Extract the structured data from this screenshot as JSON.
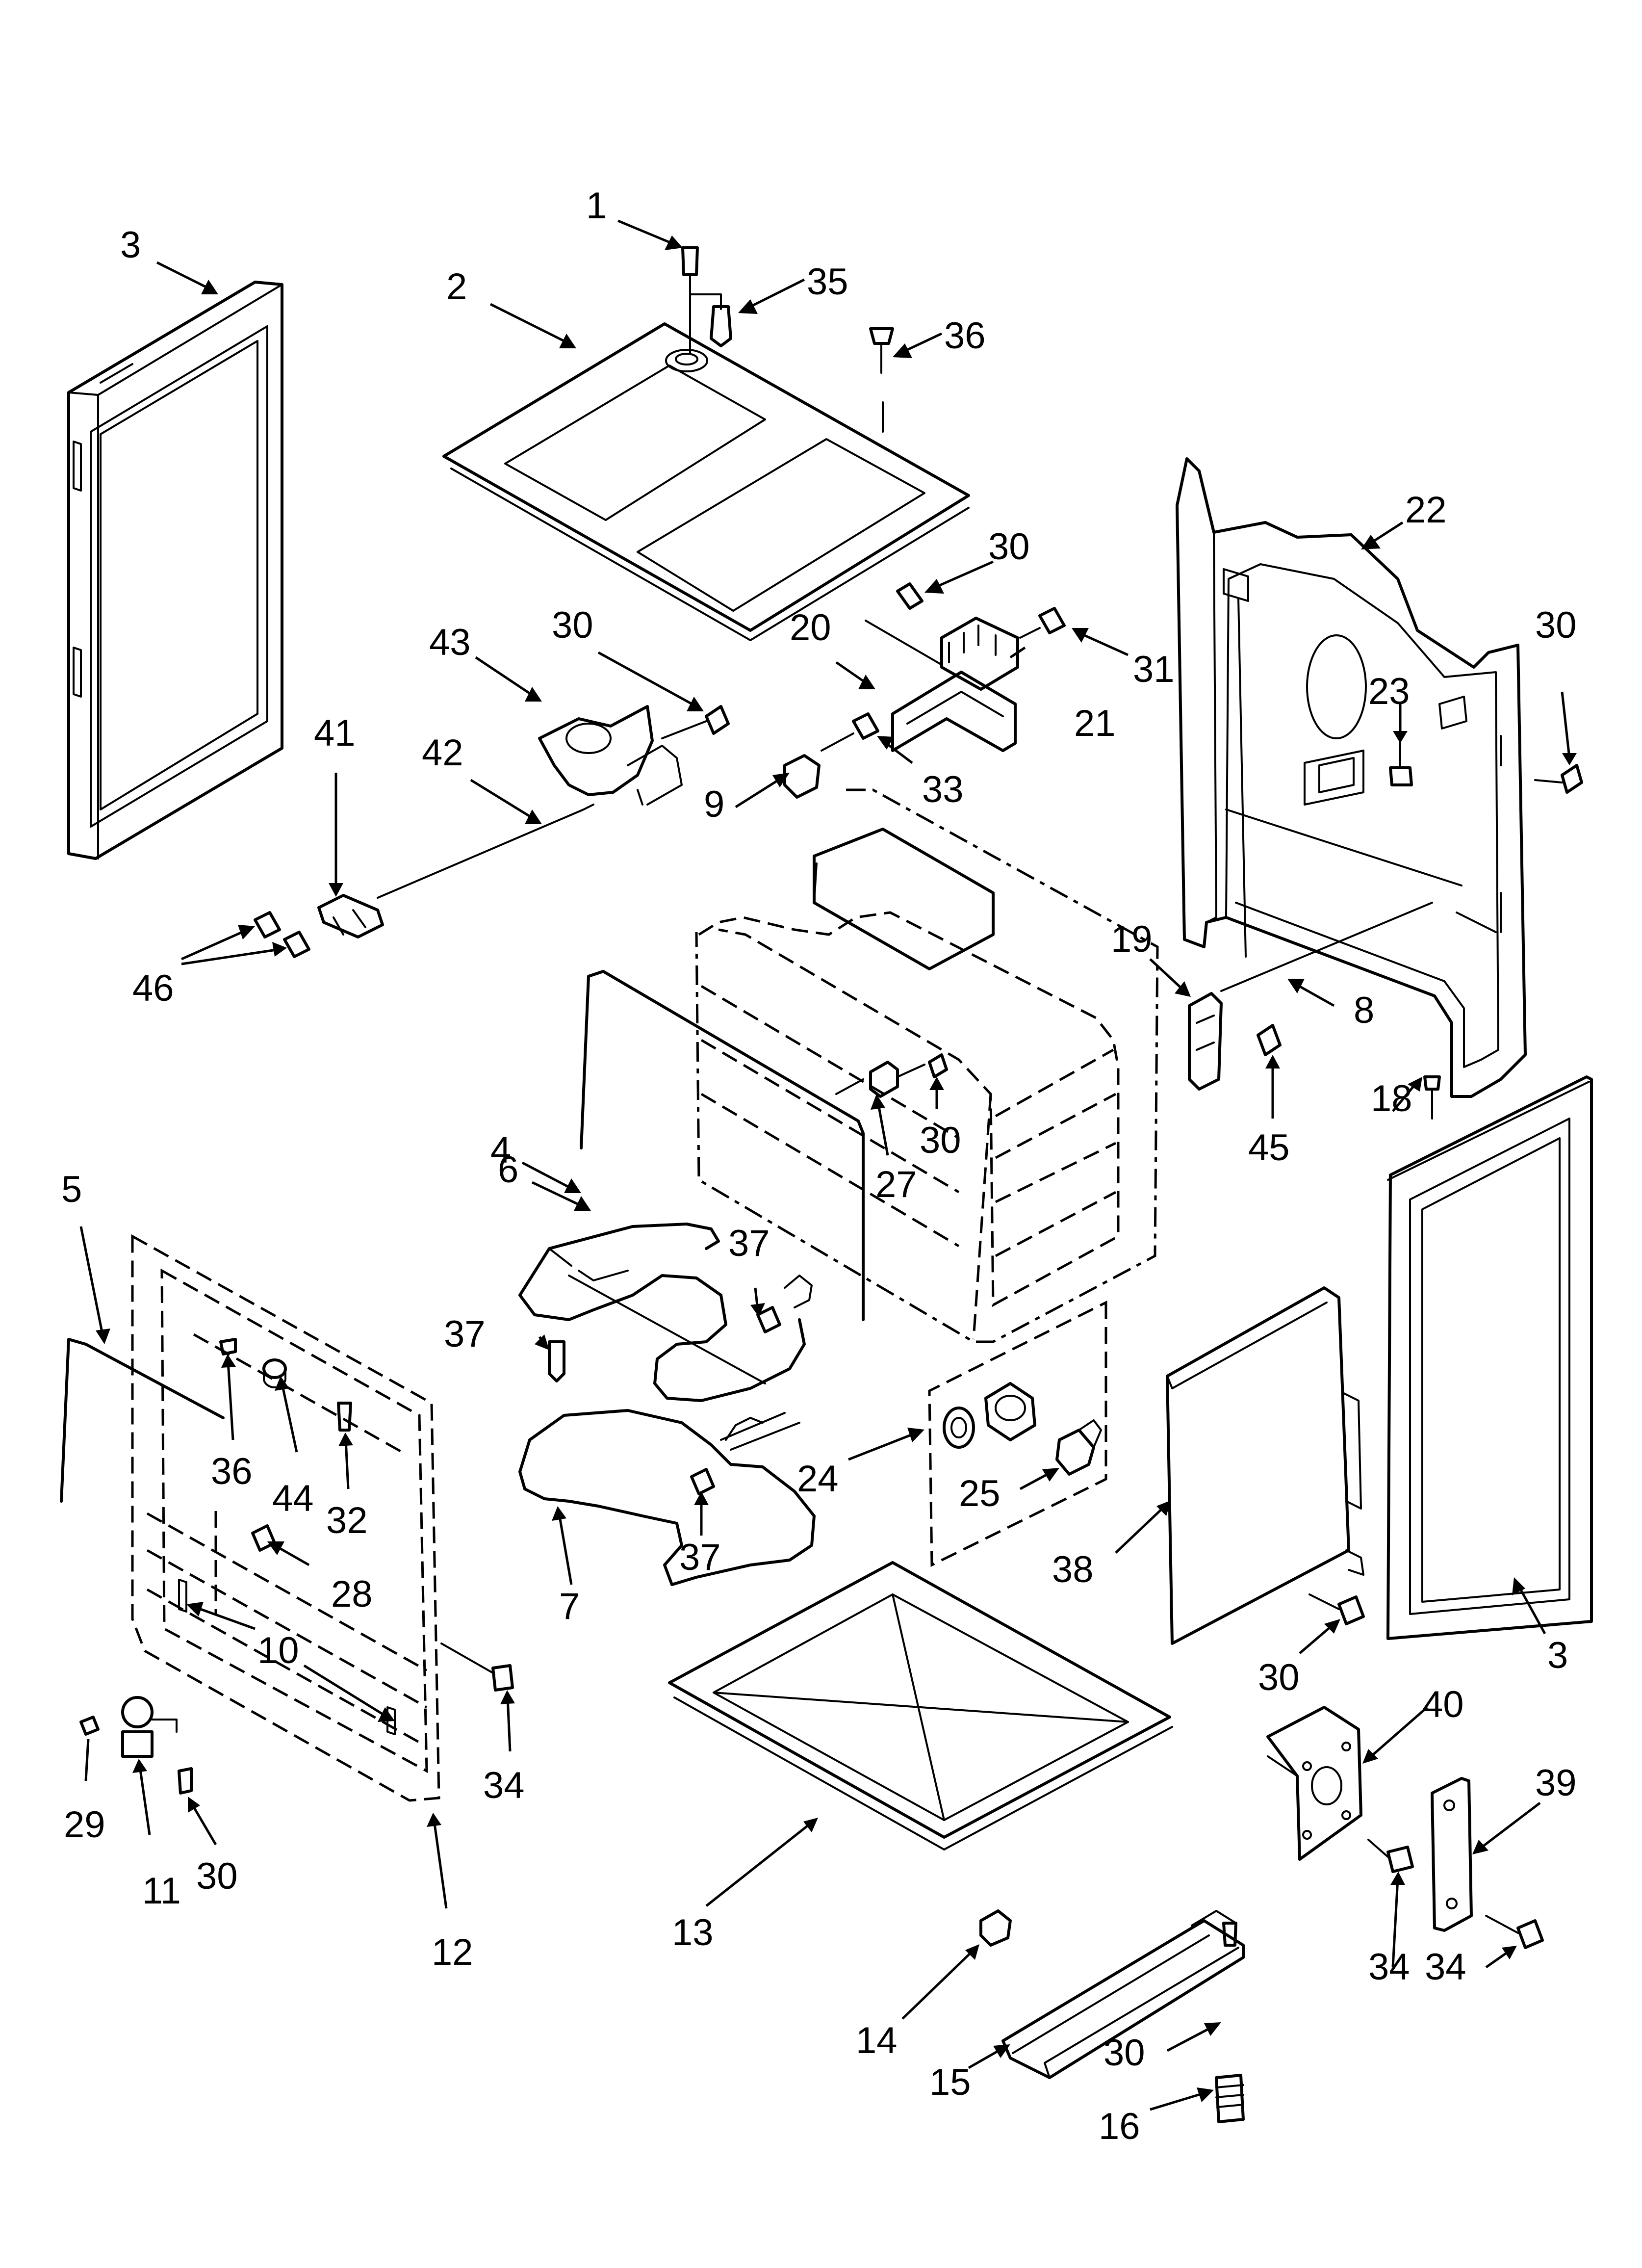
{
  "callouts": [
    {
      "id": "c1",
      "text": "1"
    },
    {
      "id": "c2",
      "text": "2"
    },
    {
      "id": "c3a",
      "text": "3"
    },
    {
      "id": "c35",
      "text": "35"
    },
    {
      "id": "c36a",
      "text": "36"
    },
    {
      "id": "c22",
      "text": "22"
    },
    {
      "id": "c30a",
      "text": "30"
    },
    {
      "id": "c30b",
      "text": "30"
    },
    {
      "id": "c30c",
      "text": "30"
    },
    {
      "id": "c43",
      "text": "43"
    },
    {
      "id": "c20",
      "text": "20"
    },
    {
      "id": "c31",
      "text": "31"
    },
    {
      "id": "c21",
      "text": "21"
    },
    {
      "id": "c23",
      "text": "23"
    },
    {
      "id": "c41",
      "text": "41"
    },
    {
      "id": "c42",
      "text": "42"
    },
    {
      "id": "c33",
      "text": "33"
    },
    {
      "id": "c9",
      "text": "9"
    },
    {
      "id": "c46",
      "text": "46"
    },
    {
      "id": "c19",
      "text": "19"
    },
    {
      "id": "c8",
      "text": "8"
    },
    {
      "id": "c45",
      "text": "45"
    },
    {
      "id": "c18",
      "text": "18"
    },
    {
      "id": "c4",
      "text": "4"
    },
    {
      "id": "c30d",
      "text": "30"
    },
    {
      "id": "c27",
      "text": "27"
    },
    {
      "id": "c5",
      "text": "5"
    },
    {
      "id": "c6",
      "text": "6"
    },
    {
      "id": "c37a",
      "text": "37"
    },
    {
      "id": "c37b",
      "text": "37"
    },
    {
      "id": "c36b",
      "text": "36"
    },
    {
      "id": "c44",
      "text": "44"
    },
    {
      "id": "c32",
      "text": "32"
    },
    {
      "id": "c24",
      "text": "24"
    },
    {
      "id": "c25",
      "text": "25"
    },
    {
      "id": "c38",
      "text": "38"
    },
    {
      "id": "c37c",
      "text": "37"
    },
    {
      "id": "c7",
      "text": "7"
    },
    {
      "id": "c28",
      "text": "28"
    },
    {
      "id": "c10",
      "text": "10"
    },
    {
      "id": "c3b",
      "text": "3"
    },
    {
      "id": "c30e",
      "text": "30"
    },
    {
      "id": "c40",
      "text": "40"
    },
    {
      "id": "c34a",
      "text": "34"
    },
    {
      "id": "c29",
      "text": "29"
    },
    {
      "id": "c11",
      "text": "11"
    },
    {
      "id": "c30f",
      "text": "30"
    },
    {
      "id": "c12",
      "text": "12"
    },
    {
      "id": "c39",
      "text": "39"
    },
    {
      "id": "c13",
      "text": "13"
    },
    {
      "id": "c34b",
      "text": "34"
    },
    {
      "id": "c34c",
      "text": "34"
    },
    {
      "id": "c14",
      "text": "14"
    },
    {
      "id": "c30g",
      "text": "30"
    },
    {
      "id": "c15",
      "text": "15"
    },
    {
      "id": "c16",
      "text": "16"
    }
  ]
}
